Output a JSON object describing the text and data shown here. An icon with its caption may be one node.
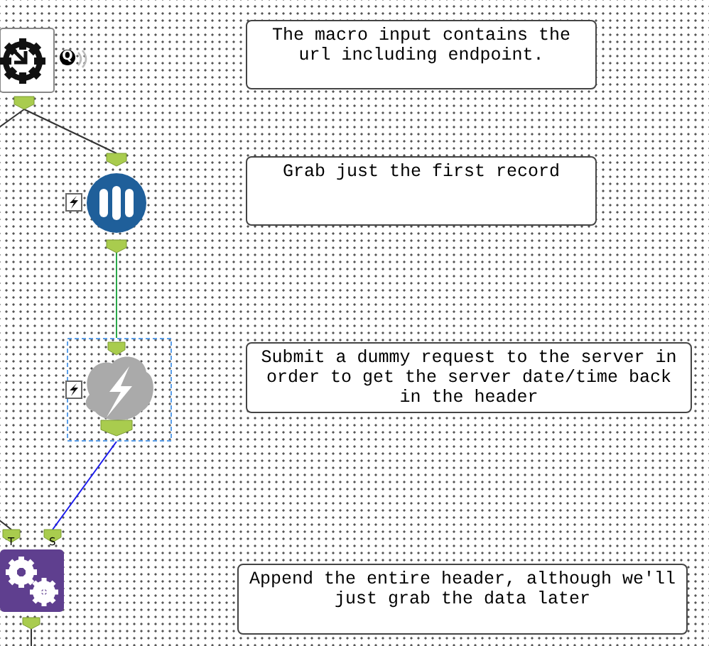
{
  "diagram": {
    "nodes": [
      {
        "text": [],
        "shape": "picture",
        "beside": [
          "Q"
        ]
      },
      {
        "text": [],
        "shape": "picture"
      },
      {
        "text": [],
        "shape": "picture"
      },
      {
        "text": [],
        "shape": "picture"
      },
      {
        "text": [
          "The macro input contains the url including endpoint."
        ]
      },
      {
        "text": [
          "Grab just the first record"
        ]
      },
      {
        "text": [
          "Submit a dummy request to the server in order to get the server date/time back in the header"
        ]
      },
      {
        "text": [
          "Append the entire header, although we'll just grab the data later"
        ]
      }
    ],
    "edges": [
      {
        "from": 0,
        "to": 1,
        "arrow": "none"
      },
      {
        "from": 1,
        "to": 2,
        "arrow": "none",
        "color": "#2aa84a"
      },
      {
        "from": 2,
        "to": 3,
        "arrow": "none",
        "color": "#1a1aee"
      },
      {
        "from": null,
        "to": 3,
        "arrow": "none"
      },
      {
        "from": 0,
        "to": null,
        "arrow": "none"
      },
      {
        "from": 3,
        "to": null,
        "arrow": "none"
      }
    ],
    "labels": [
      "T",
      "S"
    ]
  }
}
